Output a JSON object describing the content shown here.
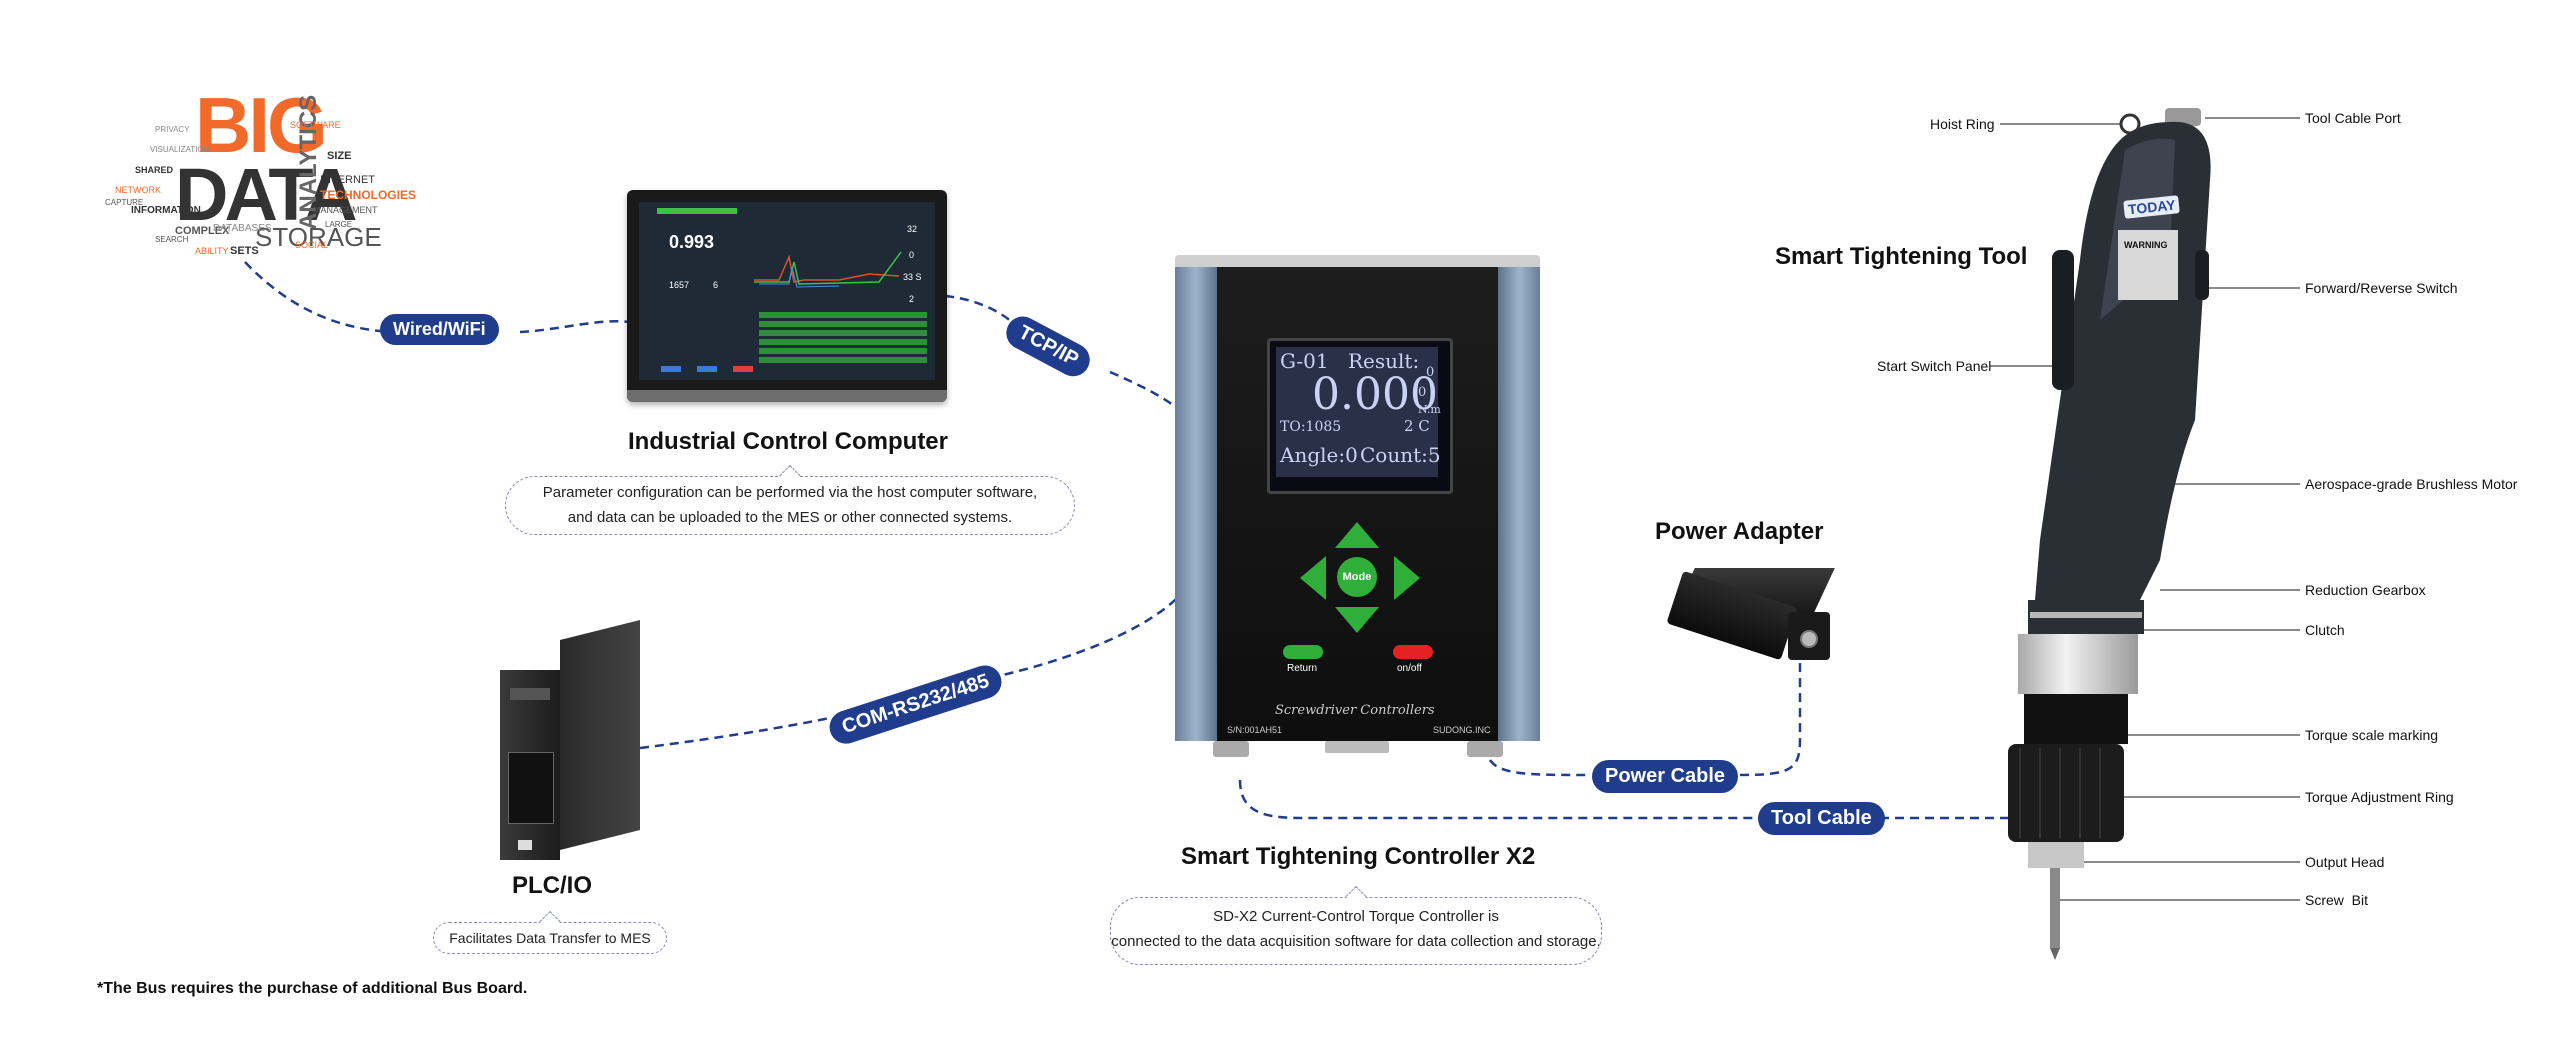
{
  "big_data": {
    "big": "BIG",
    "data": "DATA",
    "words": [
      "ANALYTICS",
      "STORAGE",
      "TECHNOLOGIES",
      "INTERNET",
      "NETWORK",
      "INFORMATION",
      "COMPLEX",
      "DATABASES",
      "MANAGEMENT",
      "SIZE",
      "SETS",
      "ABILITY",
      "SOFTWARE",
      "SHARED",
      "VISUALIZATION",
      "SOCIAL",
      "LARGE",
      "CAPTURE",
      "SEARCH",
      "PRIVACY"
    ]
  },
  "computer": {
    "title": "Industrial Control Computer",
    "note_line1": "Parameter configuration can be performed via the host computer software,",
    "note_line2": "and data can be uploaded to the MES or other connected systems.",
    "screen_value": "0.993",
    "screen_side": [
      "32",
      "0",
      "33 S",
      "2"
    ],
    "screen_small": [
      "1657",
      "6"
    ]
  },
  "connections": {
    "wired_wifi": "Wired/WiFi",
    "tcp_ip": "TCP/IP",
    "com": "COM-RS232/485",
    "power_cable": "Power Cable",
    "tool_cable": "Tool Cable"
  },
  "plc": {
    "title": "PLC/IO",
    "note": "Facilitates Data Transfer to MES"
  },
  "controller": {
    "title": "Smart Tightening Controller X2",
    "note_line1": "SD-X2 Current-Control Torque Controller is",
    "note_line2": "connected to the data acquisition software for data collection and storage.",
    "display": {
      "prog": "G-01",
      "result": "Result:",
      "result_val": "0",
      "value": "0.000",
      "exp": "0",
      "unit": "N.m",
      "to": "TO:1085",
      "c": "2 C",
      "angle": "Angle:0",
      "count": "Count:5"
    },
    "mode": "Mode",
    "return": "Return",
    "onoff": "on/off",
    "panel_text": "Screwdriver Controllers",
    "serial": "S/N:001AH51",
    "brand": "SUDONG.INC"
  },
  "adapter": {
    "title": "Power Adapter"
  },
  "tool": {
    "title": "Smart Tightening Tool",
    "brand": "TODAY",
    "warning": "WARNING",
    "labels": {
      "hoist_ring": "Hoist Ring",
      "cable_port": "Tool Cable Port",
      "fwd_rev": "Forward/Reverse Switch",
      "start_panel": "Start Switch Panel",
      "motor": "Aerospace-grade Brushless Motor",
      "gearbox": "Reduction Gearbox",
      "clutch": "Clutch",
      "torque_mark": "Torque scale marking",
      "torque_ring": "Torque Adjustment Ring",
      "output_head": "Output Head",
      "screw_bit": "Screw  Bit"
    }
  },
  "footnote": "*The Bus requires the purchase of additional Bus Board.",
  "colors": {
    "accent": "#1f3d8c",
    "big_orange": "#f26a2a",
    "button_green": "#2fae3a",
    "button_red": "#e52222"
  }
}
